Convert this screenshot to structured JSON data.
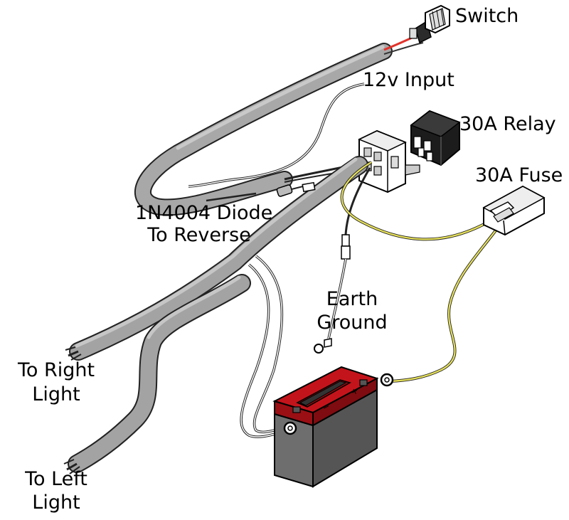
{
  "labels": {
    "switch": "Switch",
    "input_12v": "12v Input",
    "relay": "30A Relay",
    "fuse": "30A Fuse",
    "diode_line1": "1N4004 Diode",
    "diode_line2": "To Reverse",
    "earth_line1": "Earth",
    "earth_line2": "Ground",
    "right_line1": "To Right",
    "right_line2": "Light",
    "left_line1": "To Left",
    "left_line2": "Light"
  },
  "battery_terminals": {
    "negative": "−",
    "positive": "+"
  },
  "colors": {
    "sheath": "#a3a3a3",
    "sheath_dark": "#6f6f6f",
    "wire_yellow": "#e8e25a",
    "wire_red": "#e0332c",
    "battery_red": "#c4141b",
    "battery_grey": "#666666",
    "outline": "#000000"
  }
}
